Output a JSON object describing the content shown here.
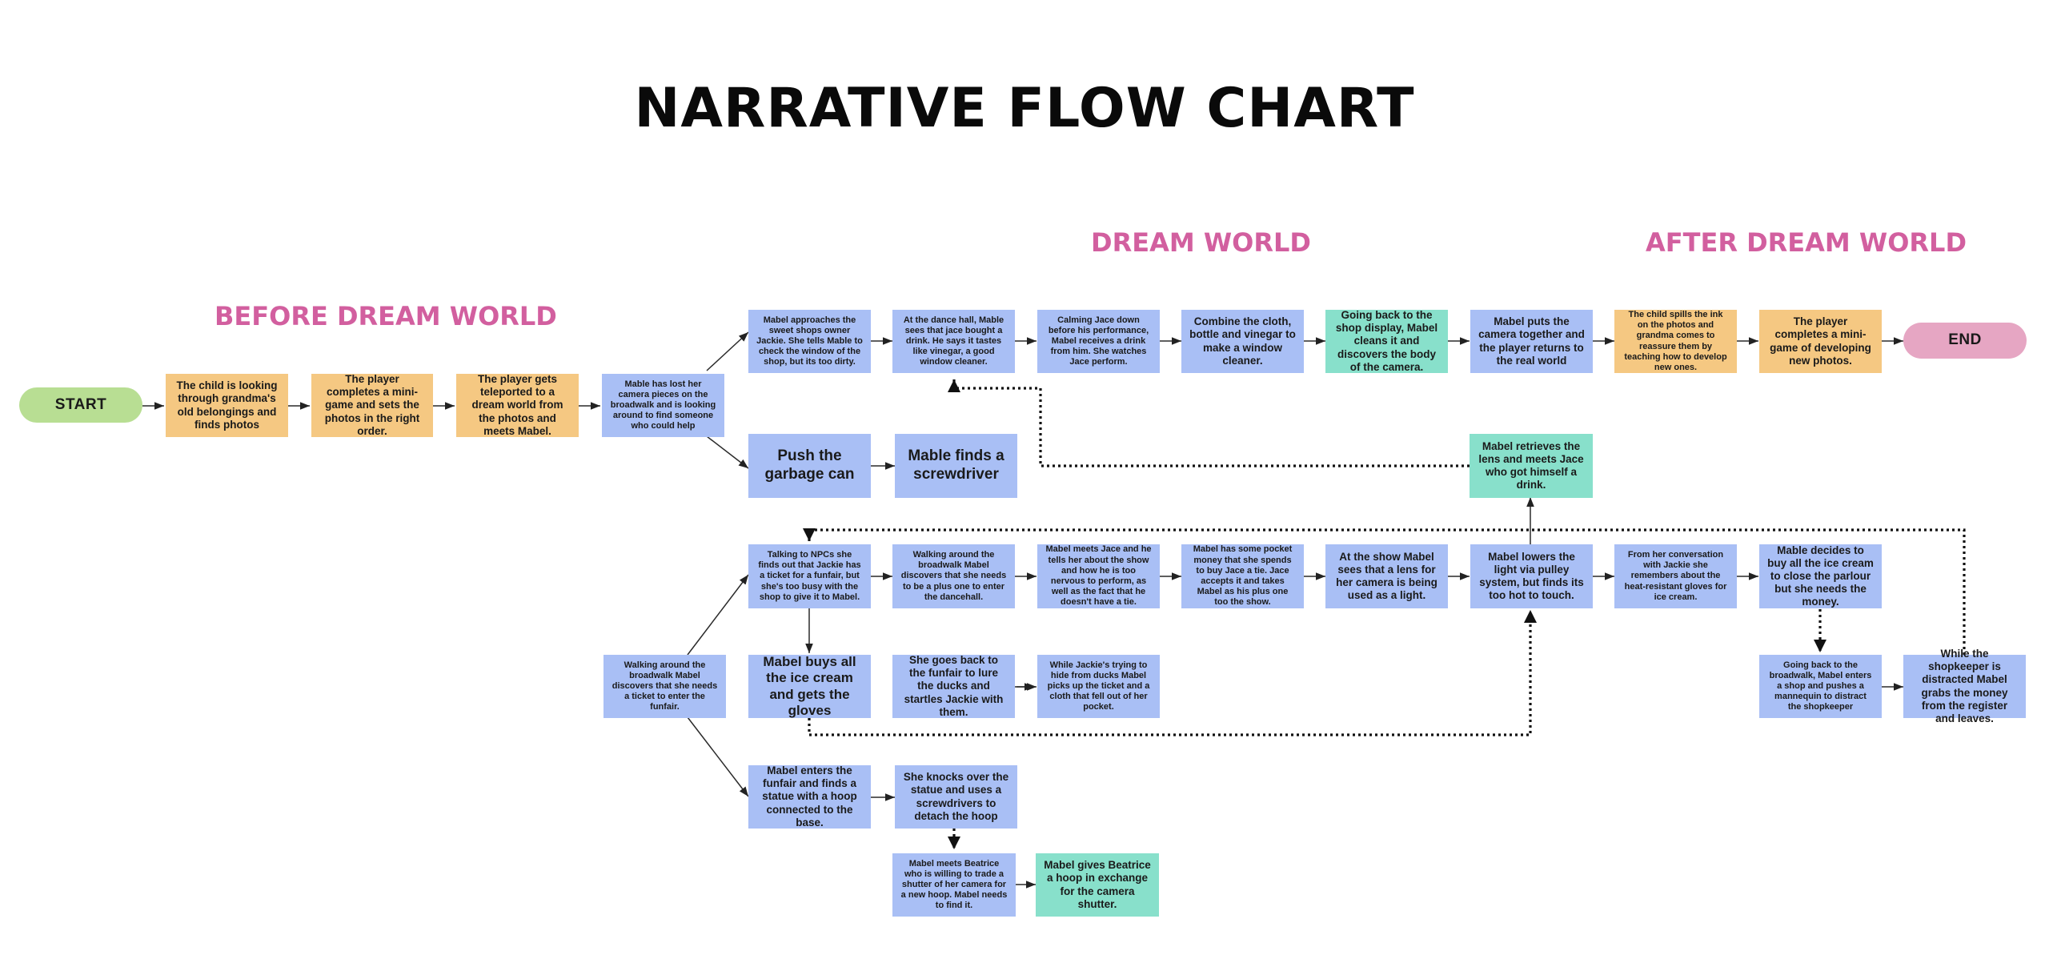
{
  "title": "NARRATIVE FLOW CHART",
  "sections": {
    "before": "BEFORE DREAM WORLD",
    "dream": "DREAM WORLD",
    "after": "AFTER DREAM WORLD"
  },
  "colors": {
    "section_title": "#d25f9f",
    "story_step": "#a9bff5",
    "real_world_step": "#f5c882",
    "item_step": "#88e0cb",
    "start": "#b8de93",
    "end": "#e6a6c3"
  },
  "nodes": {
    "start": "START",
    "child_finds_photos": "The child is looking through grandma's old belongings and finds photos",
    "minigame_photos": "The player completes a mini-game and sets the photos in the right order.",
    "teleported": "The player gets teleported to a dream world from the photos and meets Mabel.",
    "lost_camera": "Mable has lost her camera pieces on the broadwalk and is looking around to find someone who could help",
    "approaches_jackie": "Mabel approaches the sweet shops owner Jackie. She tells Mable to check the window of the shop, but its too dirty.",
    "dance_hall": "At the dance hall, Mable sees that jace bought a drink. He says it tastes like vinegar, a good window cleaner.",
    "calming_jace": "Calming Jace down before his performance, Mabel receives a drink from him. She watches Jace perform.",
    "combine_cloth": "Combine the cloth, bottle and vinegar to make a window cleaner.",
    "shop_display": "Going back to the shop display, Mabel cleans it and discovers the body of the camera.",
    "camera_together": "Mabel puts the camera together and the player returns to the real world",
    "ink_spill": "The child spills the ink on the photos and grandma comes to reassure them by teaching how to develop new ones.",
    "minigame_develop": "The player completes a mini-game of developing new photos.",
    "end": "END",
    "push_garbage": "Push the garbage can",
    "finds_screwdriver": "Mable finds a screwdriver",
    "retrieves_lens": "Mabel retrieves the lens and meets Jace who got himself a drink.",
    "talking_npcs": "Talking to NPCs she finds out that Jackie has a ticket for a funfair, but she's too busy with the shop to give it to Mabel.",
    "walking_dancehall": "Walking around the broadwalk Mabel discovers that she needs to be a plus one to enter the dancehall.",
    "meets_jace": "Mabel meets Jace and he tells her about the show and how he is too nervous to perform, as well as the fact that he doesn't have a tie.",
    "pocket_money": "Mabel has some pocket money that she spends to buy Jace a tie. Jace accepts it and takes Mabel as his plus one too the show.",
    "lens_light": "At the show Mabel sees that a lens for her camera is being used as a light.",
    "lowers_light": "Mabel lowers the light via pulley system, but finds its too hot to touch.",
    "heat_gloves": "From her conversation with Jackie she remembers about the heat-resistant gloves for ice cream.",
    "buy_icecream": "Mable decides to buy all the ice cream to close the parlour but she needs the money.",
    "walking_ticket": "Walking around the broadwalk Mabel discovers that she needs a ticket to enter the funfair.",
    "buys_icecream": "Mabel buys all the ice cream and gets the gloves",
    "lure_ducks": "She goes back to the funfair to lure the ducks and startles Jackie with them.",
    "picks_ticket": "While Jackie's trying to hide from ducks Mabel picks up the ticket and a cloth that fell out of her pocket.",
    "mannequin": "Going back to the broadwalk, Mabel enters a shop and pushes a mannequin to distract the shopkeeper",
    "grabs_money": "While the shopkeeper is distracted Mabel grabs the money from the register and leaves.",
    "enters_funfair": "Mabel enters the funfair and finds a statue with a hoop connected to the base.",
    "knocks_statue": "She knocks over the statue and uses a screwdrivers to detach the hoop",
    "meets_beatrice": "Mabel meets Beatrice who is willing to trade a shutter of her camera for a new hoop. Mabel needs to find it.",
    "gives_hoop": "Mabel gives Beatrice a hoop in exchange for the camera shutter."
  }
}
